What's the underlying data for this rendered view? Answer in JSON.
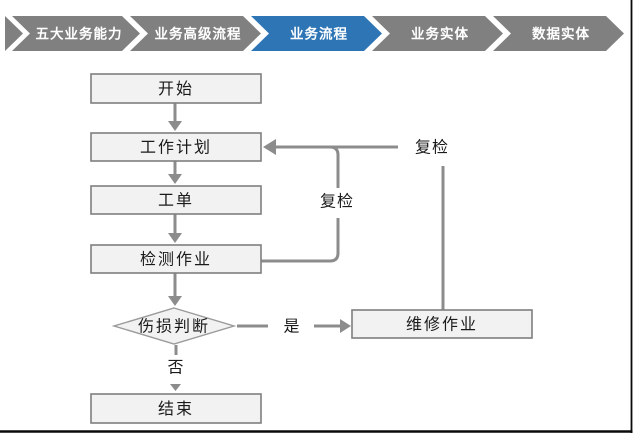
{
  "nav": {
    "items": [
      {
        "label": "五大业务能力",
        "active": false,
        "color": "#808080"
      },
      {
        "label": "业务高级流程",
        "active": false,
        "color": "#808080"
      },
      {
        "label": "业务流程",
        "active": true,
        "color": "#2E75B6"
      },
      {
        "label": "业务实体",
        "active": false,
        "color": "#808080"
      },
      {
        "label": "数据实体",
        "active": false,
        "color": "#808080"
      }
    ],
    "active_color": "#2E75B6",
    "inactive_color": "#808080"
  },
  "flowchart": {
    "nodes": [
      {
        "id": "start",
        "label": "开始",
        "type": "process"
      },
      {
        "id": "work-plan",
        "label": "工作计划",
        "type": "process"
      },
      {
        "id": "work-order",
        "label": "工单",
        "type": "process"
      },
      {
        "id": "inspection-job",
        "label": "检测作业",
        "type": "process"
      },
      {
        "id": "damage-decision",
        "label": "伤损判断",
        "type": "decision"
      },
      {
        "id": "repair-job",
        "label": "维修作业",
        "type": "process"
      },
      {
        "id": "end",
        "label": "结束",
        "type": "process"
      }
    ],
    "edge_labels": {
      "yes": "是",
      "no": "否",
      "recheck_inner": "复检",
      "recheck_outer": "复检"
    },
    "colors": {
      "node_fill": "#F2F2F2",
      "node_border": "#7F7F7F",
      "connector": "#8C8C8C",
      "text": "#1A1A1A"
    }
  }
}
